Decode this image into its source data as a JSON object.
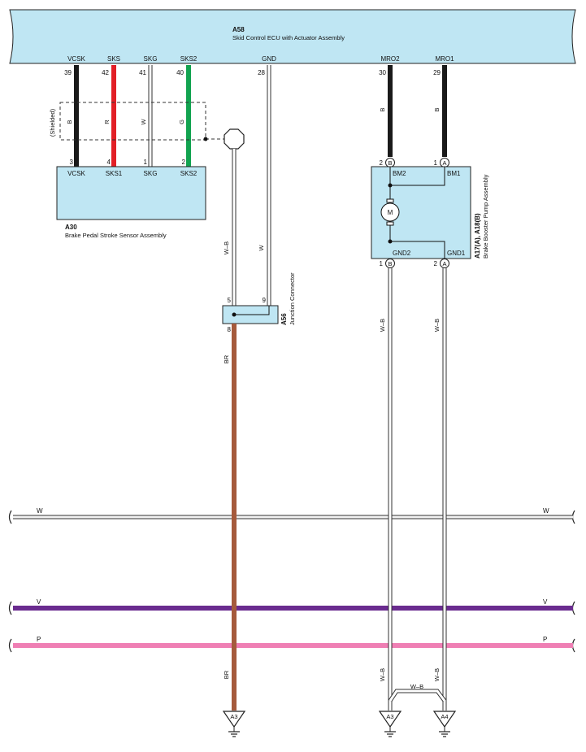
{
  "ecu": {
    "code": "A58",
    "name": "Skid Control ECU with Actuator Assembly",
    "terminals": [
      {
        "label": "VCSK",
        "pin": "39"
      },
      {
        "label": "SKS",
        "pin": "42"
      },
      {
        "label": "SKG",
        "pin": "41"
      },
      {
        "label": "SKS2",
        "pin": "40"
      },
      {
        "label": "GND",
        "pin": "28"
      },
      {
        "label": "MRO2",
        "pin": "30"
      },
      {
        "label": "MRO1",
        "pin": "29"
      }
    ]
  },
  "sensor": {
    "code": "A30",
    "name": "Brake Pedal Stroke Sensor Assembly",
    "shield_label": "(Shielded)",
    "terminals": [
      {
        "label": "VCSK",
        "pin": "3"
      },
      {
        "label": "SKS1",
        "pin": "4"
      },
      {
        "label": "SKG",
        "pin": "1"
      },
      {
        "label": "SKS2",
        "pin": "2"
      }
    ],
    "wire_colors": [
      "B",
      "R",
      "W",
      "G"
    ]
  },
  "junction": {
    "code": "A56",
    "name": "Junction Connector",
    "pins": {
      "in_left": "5",
      "in_right": "9",
      "out": "8"
    },
    "wire_upper_left": "W–B",
    "wire_upper_right": "W",
    "wire_out": "BR"
  },
  "pump": {
    "code": "A17(A), A18(B)",
    "name": "Brake Booster Pump Assembly",
    "motor_symbol": "M",
    "top_terminals": [
      {
        "label": "BM2",
        "pin": "2",
        "conn": "B"
      },
      {
        "label": "BM1",
        "pin": "1",
        "conn": "A"
      }
    ],
    "bottom_terminals": [
      {
        "label": "GND2",
        "pin": "1",
        "conn": "B"
      },
      {
        "label": "GND1",
        "pin": "2",
        "conn": "A"
      }
    ],
    "wire_top": "B",
    "wire_bottom": "W–B",
    "wire_bridge": "W–B"
  },
  "buses": [
    {
      "label": "W",
      "color": "#f2f2f2"
    },
    {
      "label": "V",
      "color": "#6a2b8f"
    },
    {
      "label": "P",
      "color": "#ef7fb4"
    }
  ],
  "grounds": [
    "A3",
    "A3",
    "A4"
  ],
  "colors": {
    "box_fill": "#bfe6f3",
    "black": "#1a1a1a",
    "red": "#e21f26",
    "green": "#12a350",
    "brown": "#a55a3c",
    "violet": "#6a2b8f",
    "pink": "#ef7fb4"
  }
}
